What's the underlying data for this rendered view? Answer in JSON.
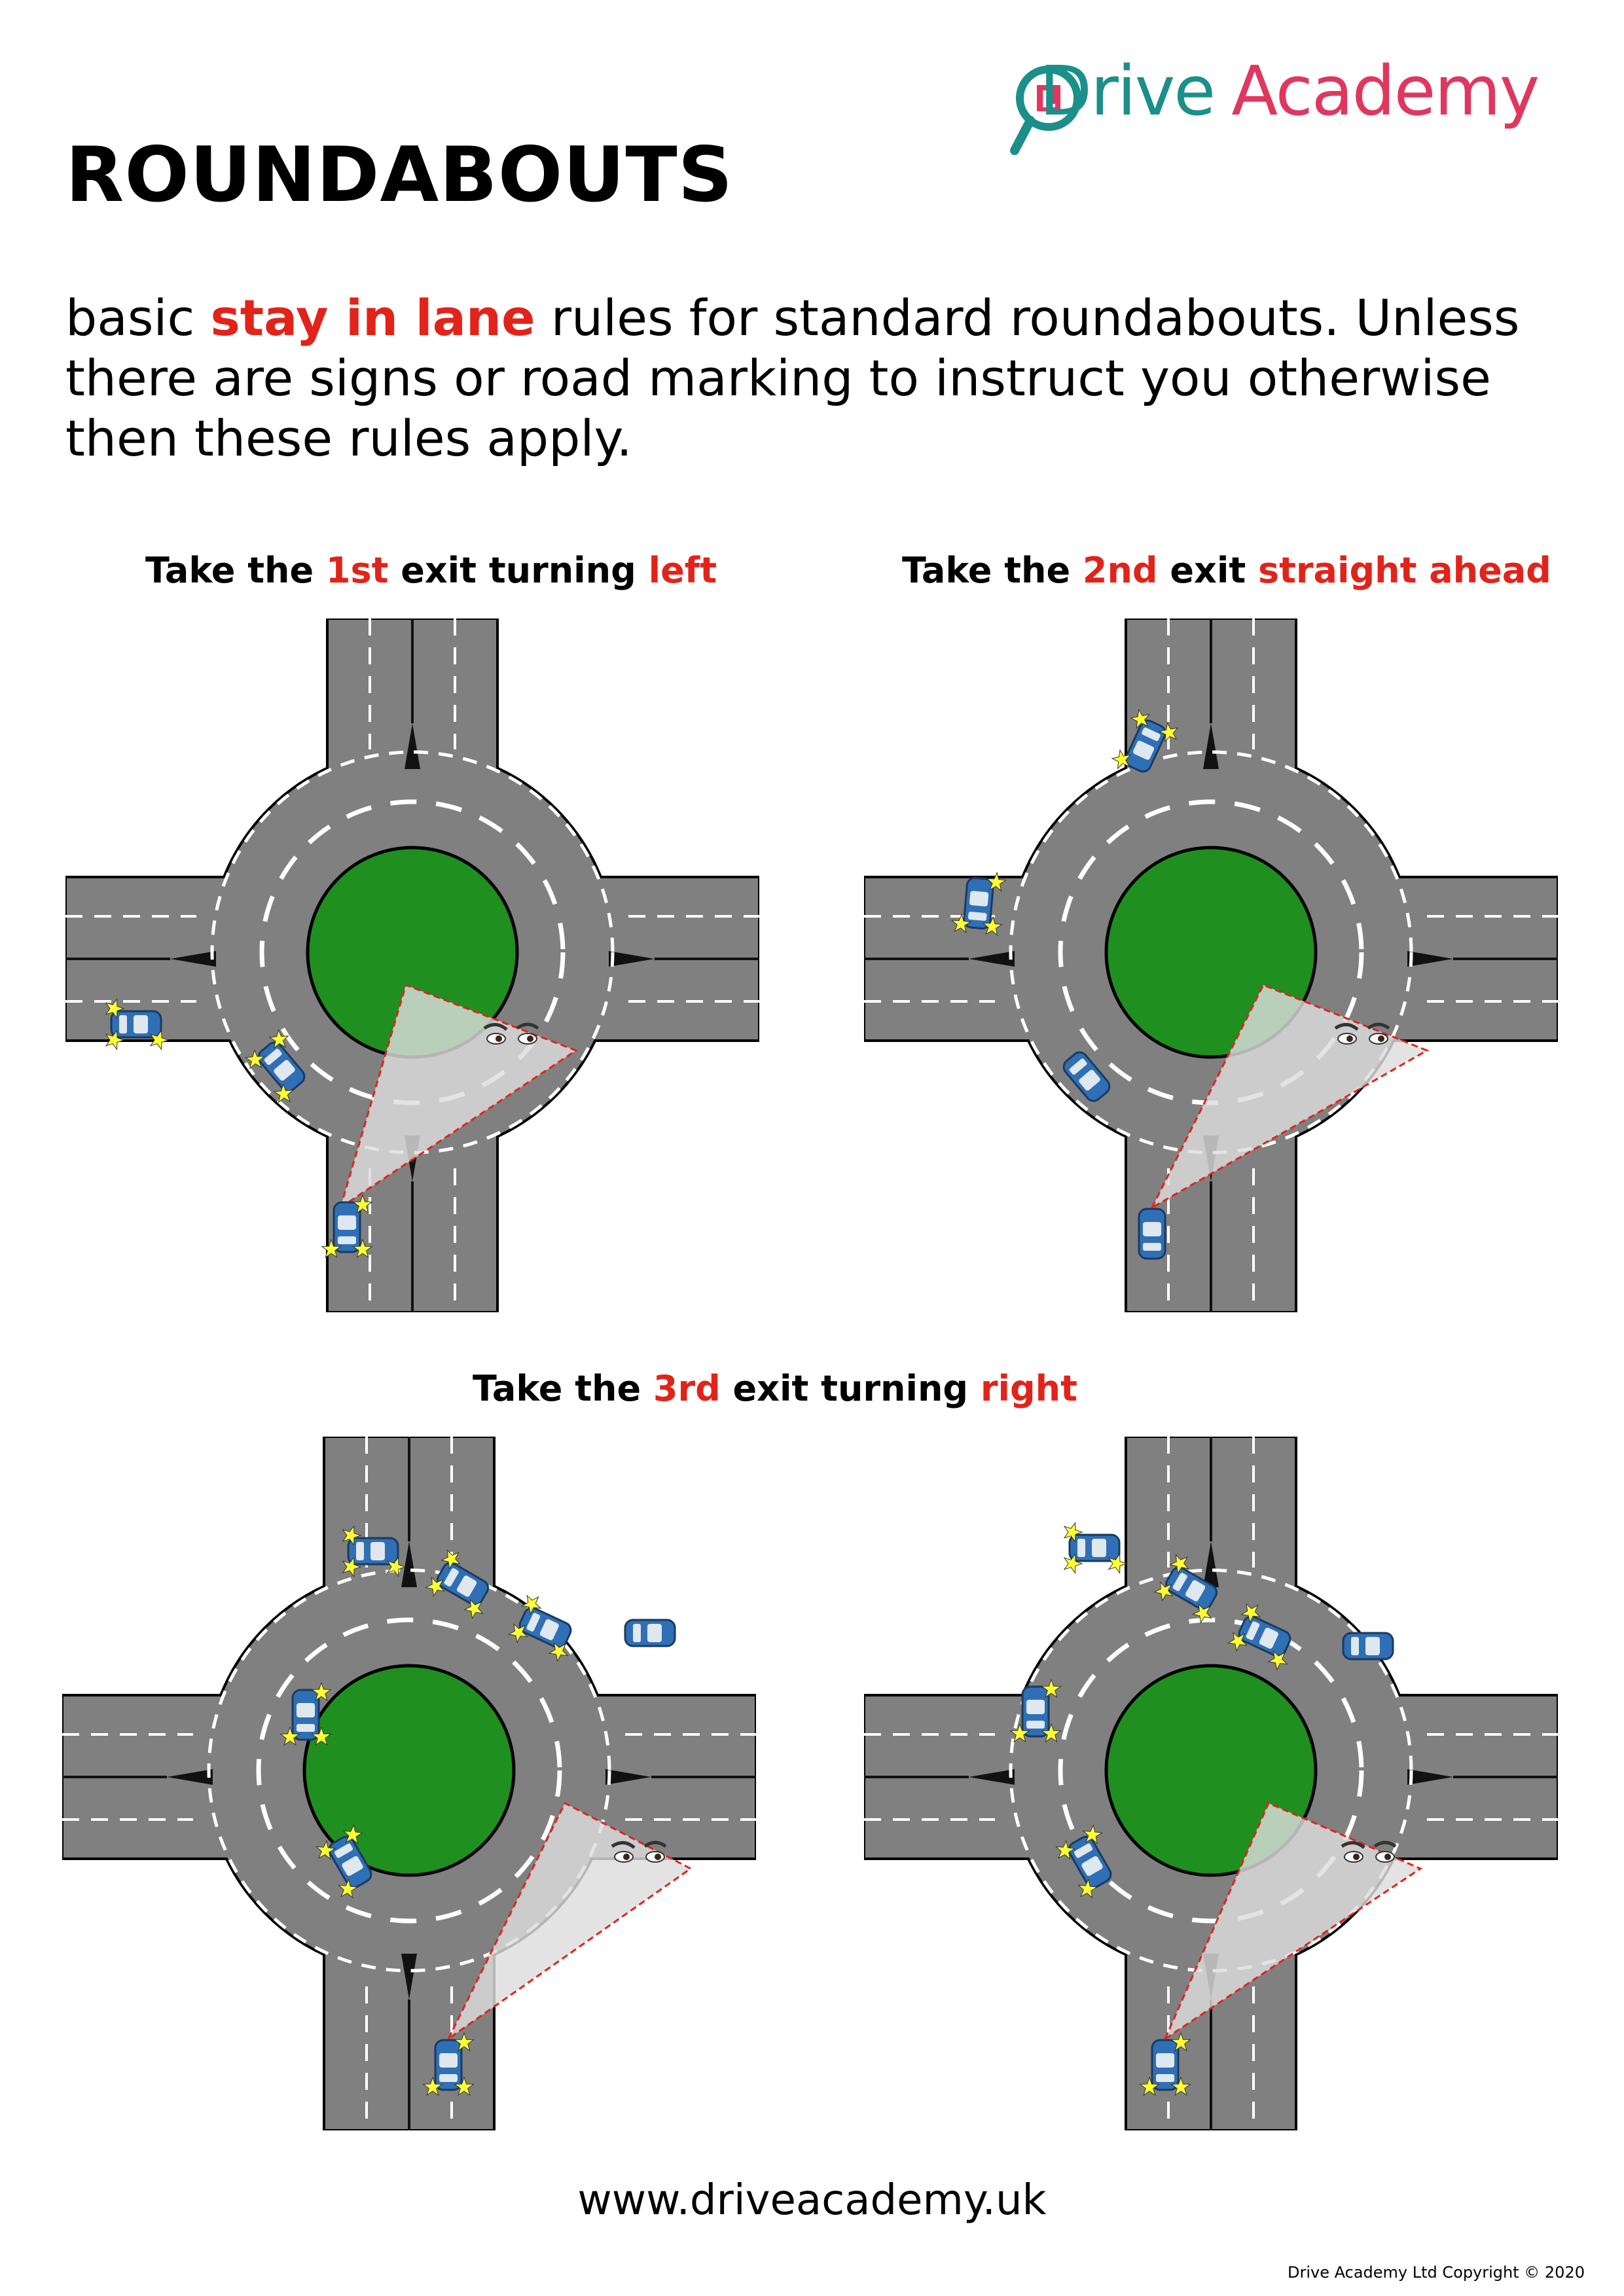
{
  "brand": {
    "name_part1": "Drive",
    "name_part2": "Academy",
    "color_primary": "#1b8f8a",
    "color_secondary": "#e0375e"
  },
  "title": "ROUNDABOUTS",
  "intro": {
    "part1": "basic ",
    "highlight": "stay in lane",
    "part2": " rules for standard roundabouts. Unless there are signs or road marking to instruct you otherwise then these rules apply.",
    "highlight_color": "#e2231a"
  },
  "captions": [
    {
      "pre": "Take the ",
      "ordinal": "1st",
      "mid": " exit ",
      "dir_plain": "turning ",
      "direction": "left"
    },
    {
      "pre": "Take the ",
      "ordinal": "2nd",
      "mid": " exit ",
      "dir_plain": "",
      "direction": "straight ahead"
    },
    {
      "pre": "Take the ",
      "ordinal": "3rd",
      "mid": " exit turning ",
      "dir_plain": "",
      "direction": "right"
    }
  ],
  "diagram_colors": {
    "road": "#808080",
    "island": "#1f8f1f",
    "car": "#2f6fb5",
    "marking": "#ffffff",
    "view_cone": "#dddddd",
    "warning_star": "#ffff33"
  },
  "footer": {
    "url": "www.driveacademy.uk",
    "copyright": "Drive Academy Ltd  Copyright © 2020"
  }
}
